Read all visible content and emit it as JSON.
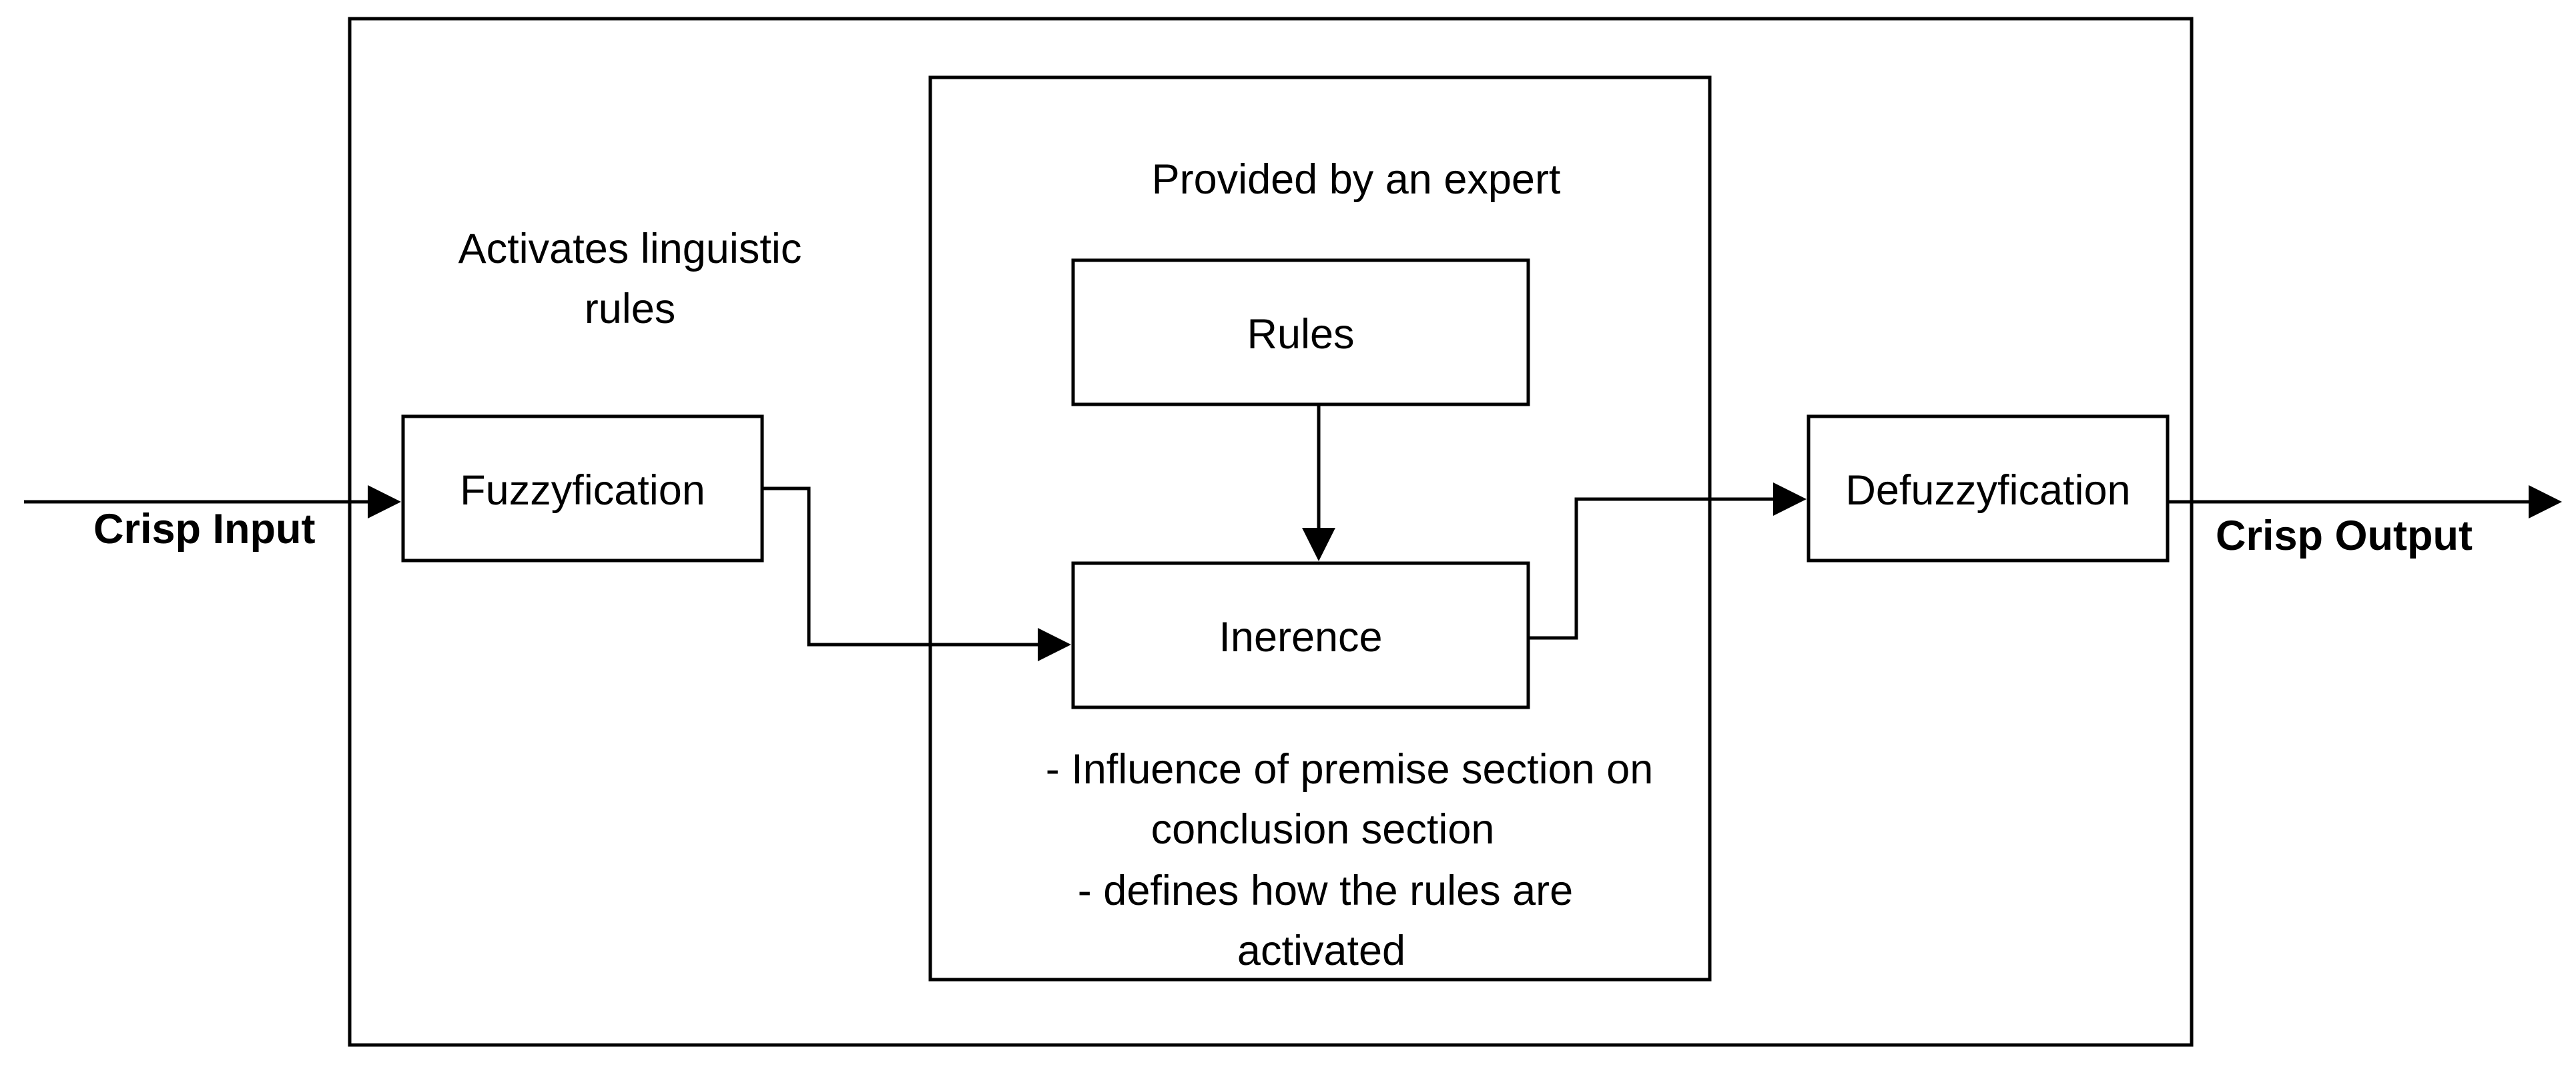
{
  "diagram": {
    "input_label": "Crisp Input",
    "output_label": "Crisp Output",
    "fuzzification": {
      "label": "Fuzzyfication",
      "caption_line1": "Activates linguistic",
      "caption_line2": "rules"
    },
    "expert_panel": {
      "caption": "Provided by an expert",
      "rules_label": "Rules",
      "inference_label": "Inerence",
      "note_line1": "- Influence of premise section on",
      "note_line2": "conclusion section",
      "note_line3": "- defines how the rules are",
      "note_line4": "activated"
    },
    "defuzzification": {
      "label": "Defuzzyfication"
    }
  }
}
